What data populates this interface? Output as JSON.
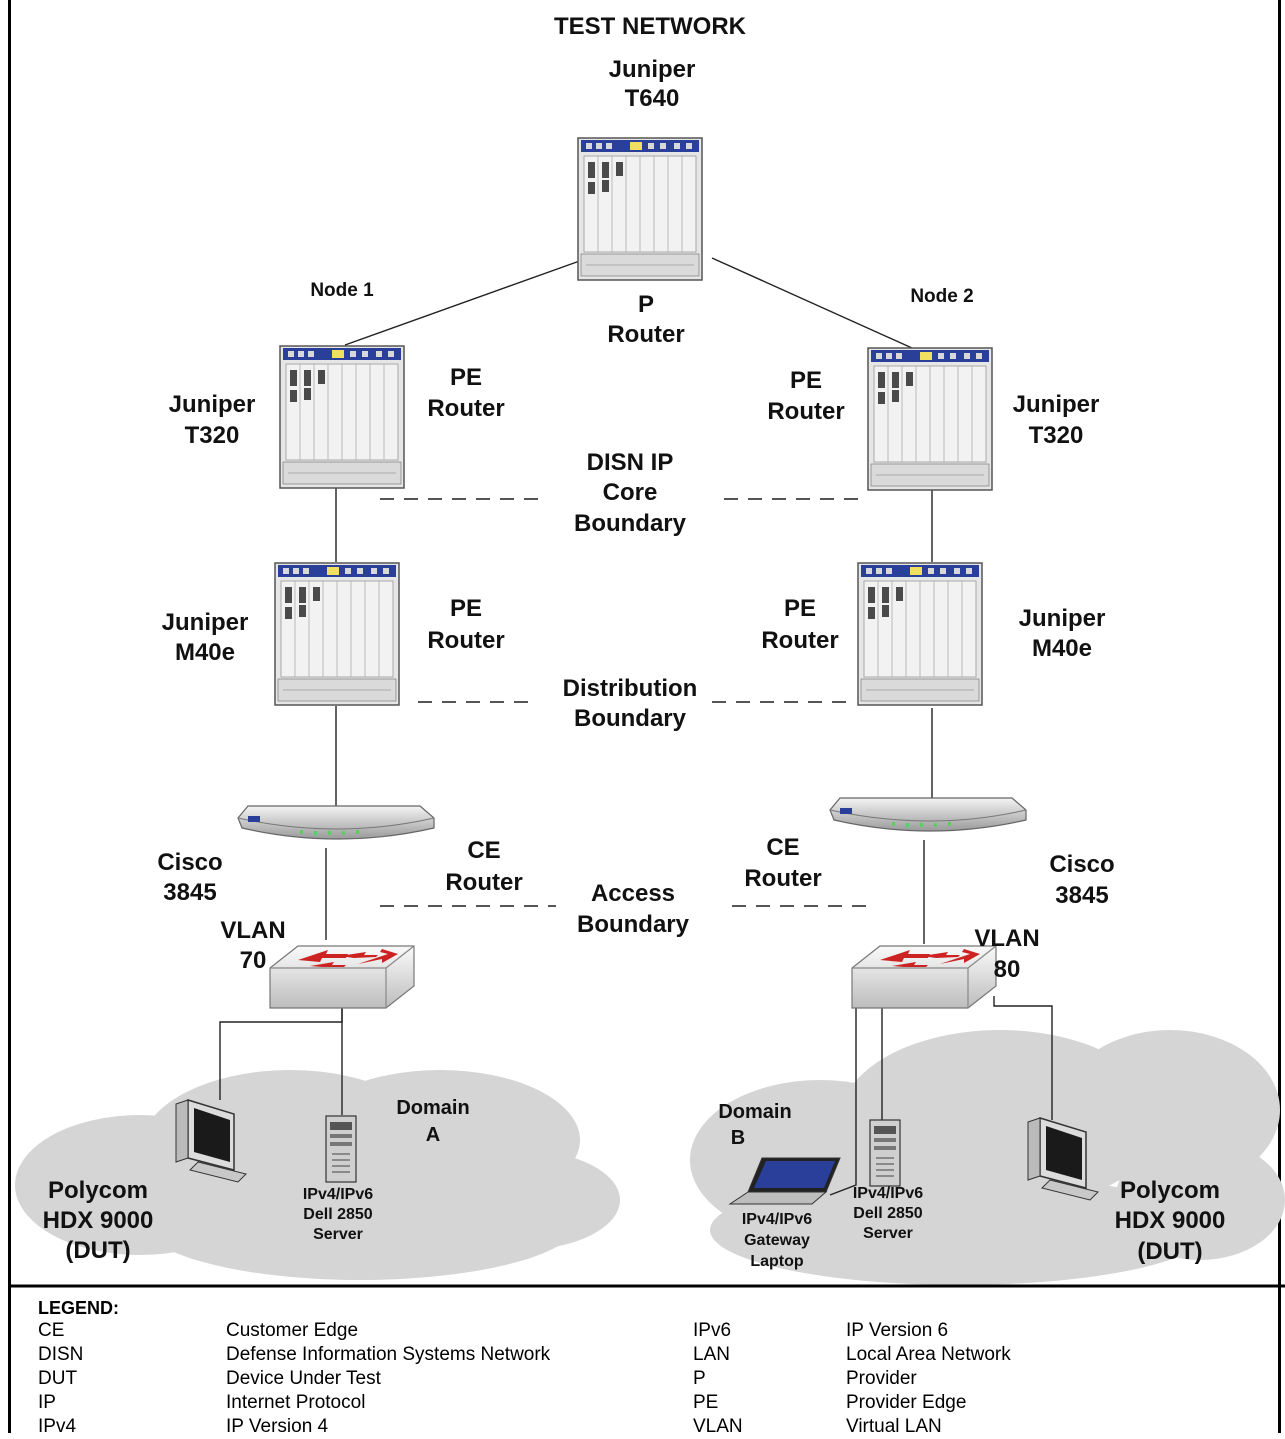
{
  "title": "TEST NETWORK",
  "core": {
    "brand": "Juniper",
    "model": "T640",
    "role_line1": "P",
    "role_line2": "Router"
  },
  "node1": {
    "label": "Node 1",
    "pe_top": {
      "brand": "Juniper",
      "model": "T320",
      "role_line1": "PE",
      "role_line2": "Router"
    },
    "pe_dist": {
      "brand": "Juniper",
      "model": "M40e",
      "role_line1": "PE",
      "role_line2": "Router"
    },
    "ce": {
      "brand": "Cisco",
      "model": "3845",
      "role_line1": "CE",
      "role_line2": "Router"
    },
    "vlan": {
      "line1": "VLAN",
      "line2": "70"
    },
    "domain": {
      "line1": "Domain",
      "line2": "A"
    },
    "dut": {
      "line1": "Polycom",
      "line2": "HDX 9000",
      "line3": "(DUT)"
    },
    "server": {
      "line1": "IPv4/IPv6",
      "line2": "Dell 2850",
      "line3": "Server"
    }
  },
  "node2": {
    "label": "Node 2",
    "pe_top": {
      "brand": "Juniper",
      "model": "T320",
      "role_line1": "PE",
      "role_line2": "Router"
    },
    "pe_dist": {
      "brand": "Juniper",
      "model": "M40e",
      "role_line1": "PE",
      "role_line2": "Router"
    },
    "ce": {
      "brand": "Cisco",
      "model": "3845",
      "role_line1": "CE",
      "role_line2": "Router"
    },
    "vlan": {
      "line1": "VLAN",
      "line2": "80"
    },
    "domain": {
      "line1": "Domain",
      "line2": "B"
    },
    "dut": {
      "line1": "Polycom",
      "line2": "HDX 9000",
      "line3": "(DUT)"
    },
    "server": {
      "line1": "IPv4/IPv6",
      "line2": "Dell 2850",
      "line3": "Server"
    },
    "laptop": {
      "line1": "IPv4/IPv6",
      "line2": "Gateway",
      "line3": "Laptop"
    }
  },
  "boundaries": {
    "core": {
      "line1": "DISN IP",
      "line2": "Core",
      "line3": "Boundary"
    },
    "distribution": {
      "line1": "Distribution",
      "line2": "Boundary"
    },
    "access": {
      "line1": "Access",
      "line2": "Boundary"
    }
  },
  "legend": {
    "title": "LEGEND:",
    "rows": [
      {
        "a1": "CE",
        "a2": "Customer Edge",
        "b1": "IPv6",
        "b2": "IP Version 6"
      },
      {
        "a1": "DISN",
        "a2": "Defense Information Systems Network",
        "b1": "LAN",
        "b2": "Local Area Network"
      },
      {
        "a1": "DUT",
        "a2": "Device Under Test",
        "b1": "P",
        "b2": "Provider"
      },
      {
        "a1": "IP",
        "a2": "Internet Protocol",
        "b1": "PE",
        "b2": "Provider Edge"
      },
      {
        "a1": "IPv4",
        "a2": "IP Version 4",
        "b1": "VLAN",
        "b2": "Virtual LAN"
      }
    ]
  },
  "colors": {
    "device_blue": "#2a3f9a",
    "cloud": "#d6d6d6",
    "switch_arrow": "#cc2222",
    "chassis": "#e4e4e4"
  }
}
